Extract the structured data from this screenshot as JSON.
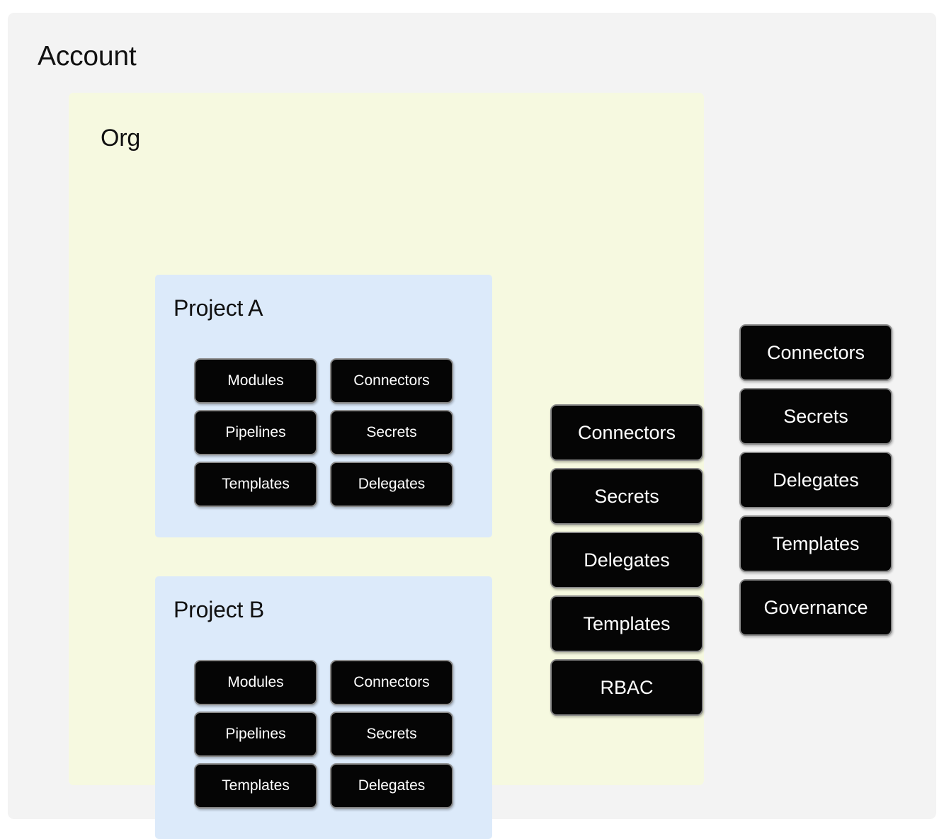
{
  "diagram": {
    "type": "nested-scope-hierarchy",
    "colors": {
      "page_panel": "#f3f3f3",
      "account_panel": "#f3f3f3",
      "org_panel": "#f6f9e0",
      "project_panel": "#dceafa",
      "chip_fill": "#050505",
      "chip_border": "#8a8a8a",
      "chip_text": "#ffffff",
      "title_text": "#111111"
    }
  },
  "account": {
    "title": "Account",
    "resources": [
      "Connectors",
      "Secrets",
      "Delegates",
      "Templates",
      "Governance"
    ]
  },
  "org": {
    "title": "Org",
    "resources": [
      "Connectors",
      "Secrets",
      "Delegates",
      "Templates",
      "RBAC"
    ]
  },
  "projects": [
    {
      "title": "Project A",
      "resources_left": [
        "Modules",
        "Pipelines",
        "Templates"
      ],
      "resources_right": [
        "Connectors",
        "Secrets",
        "Delegates"
      ]
    },
    {
      "title": "Project B",
      "resources_left": [
        "Modules",
        "Pipelines",
        "Templates"
      ],
      "resources_right": [
        "Connectors",
        "Secrets",
        "Delegates"
      ]
    }
  ]
}
